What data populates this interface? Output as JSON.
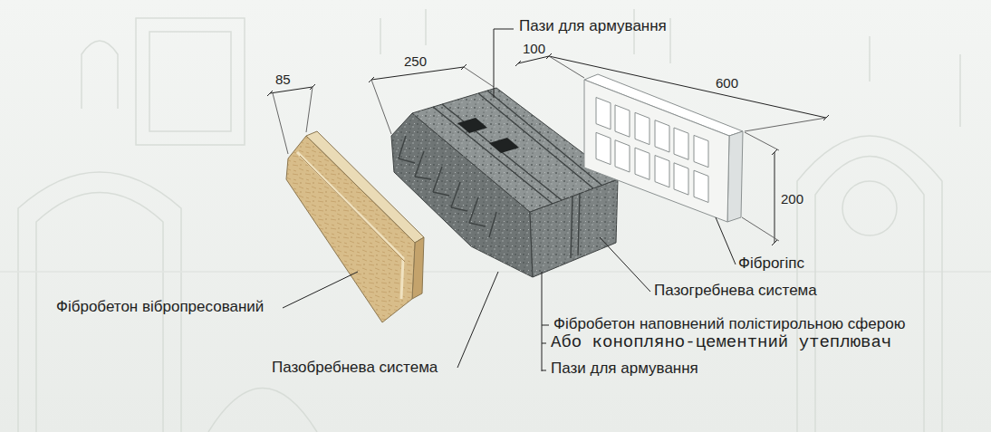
{
  "diagram": {
    "labels": [
      "Пази для армування",
      "100",
      "85",
      "250",
      "600",
      "200",
      "Фіброгіпс",
      "Пазогребнева система",
      "Фібробетон вібропресований",
      "Фібробетон наповнений полістирольною сферою",
      "Або конопляно-цементний утеплювач",
      "Пазобребнева система",
      "Пази для армування"
    ]
  }
}
